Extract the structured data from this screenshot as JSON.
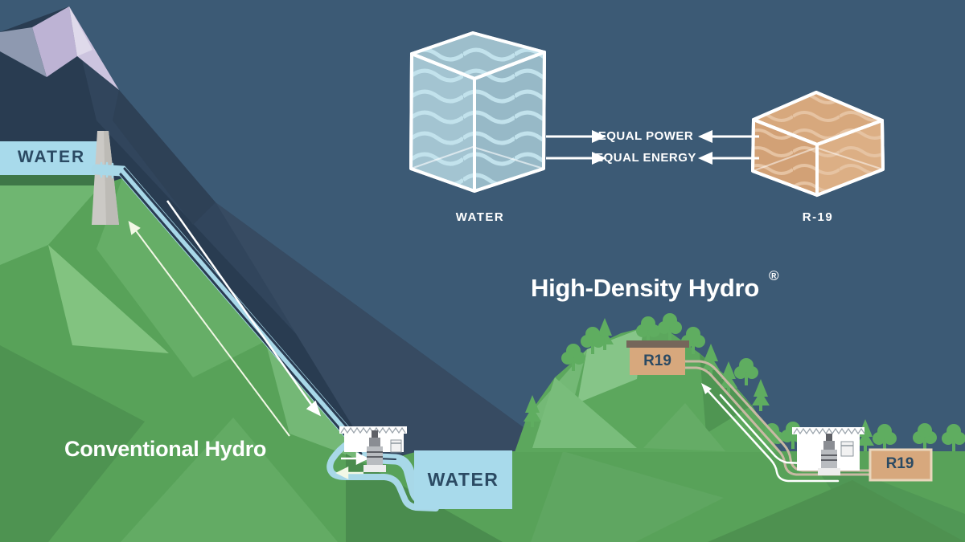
{
  "scene": {
    "left_system": {
      "title": "Conventional Hydro",
      "upper_reservoir_label": "WATER",
      "lower_reservoir_label": "WATER"
    },
    "right_system": {
      "title": "High-Density Hydro",
      "trademark": "®",
      "upper_tank_label": "R19",
      "lower_tank_label": "R19"
    },
    "comparison": {
      "water_cube_label": "WATER",
      "r19_cube_label": "R-19",
      "arrow_label_power": "EQUAL POWER",
      "arrow_label_energy": "EQUAL ENERGY"
    },
    "colors": {
      "sky": "#3C5A75",
      "mountain_dark": "#2A3D52",
      "mountain_mid": "#31455C",
      "snow": "#CCC4DF",
      "green_base": "#58A259",
      "water_blue": "#A8DAEB",
      "navy_text": "#2B4A63",
      "r19_tan": "#D7A87D",
      "white": "#FFFFFF"
    }
  }
}
